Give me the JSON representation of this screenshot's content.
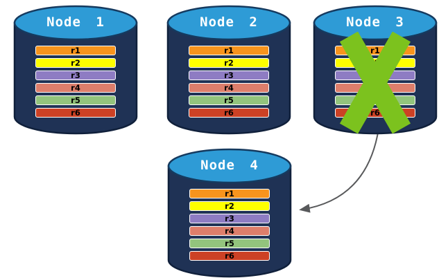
{
  "diagram": {
    "nodes": [
      {
        "label": "Node 1",
        "status": "up",
        "records": [
          "r1",
          "r2",
          "r3",
          "r4",
          "r5",
          "r6"
        ]
      },
      {
        "label": "Node 2",
        "status": "up",
        "records": [
          "r1",
          "r2",
          "r3",
          "r4",
          "r5",
          "r6"
        ]
      },
      {
        "label": "Node 3",
        "status": "failed",
        "records": [
          "r1",
          "r2",
          "r3",
          "r4",
          "r5",
          "r6"
        ]
      },
      {
        "label": "Node 4",
        "status": "up",
        "records": [
          "r1",
          "r2",
          "r3",
          "r4",
          "r5",
          "r6"
        ]
      }
    ],
    "record_colors": {
      "r1": "#F7941D",
      "r2": "#FFFF00",
      "r3": "#8E7CC3",
      "r4": "#DD7E6B",
      "r5": "#93C47D",
      "r6": "#CC4125"
    },
    "colors": {
      "cylinder_body": "#1F3255",
      "cylinder_outline": "#10203B",
      "top_ellipse": "#2E9BD6",
      "top_ellipse_outline": "#153A5F",
      "node_label_text": "#FFFFFF",
      "bar_border": "#FFFFFF",
      "bar_text": "#000000",
      "failure_x": "#7CC21E",
      "arrow": "#58595B",
      "background": "#FFFFFF"
    },
    "arrow": {
      "from": "Node 3",
      "to": "Node 4"
    }
  }
}
